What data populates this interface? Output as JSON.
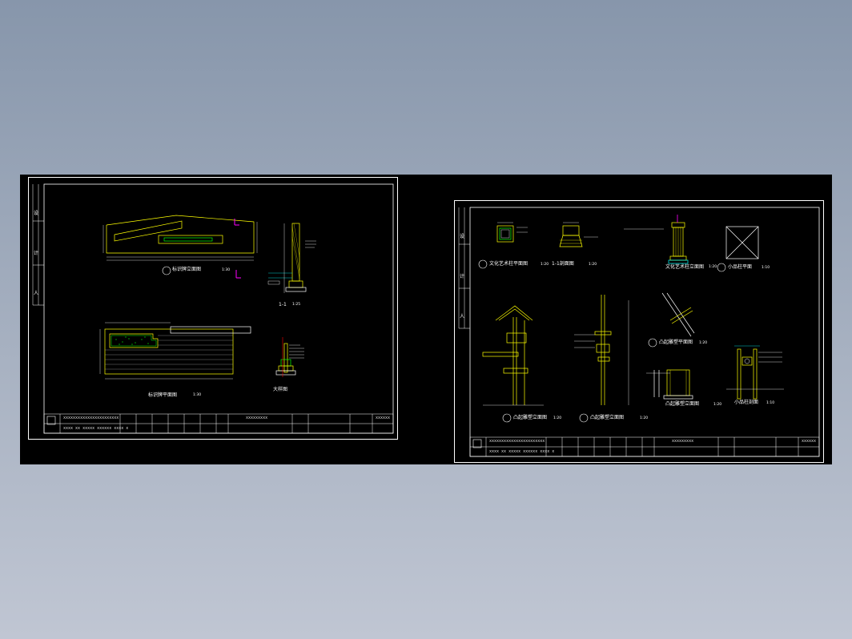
{
  "sheet_left": {
    "side_labels": [
      "设",
      "计",
      "人"
    ],
    "views": [
      {
        "title": "标识牌立面图",
        "scale": "1:30"
      },
      {
        "title": "1-1",
        "scale": "1:25"
      },
      {
        "title": "标识牌平面图",
        "scale": "1:30"
      },
      {
        "title": "大样图",
        "scale": ""
      }
    ],
    "titleblock": {
      "project": "xxxxxxxxxxxxxxxxxxxxxxx",
      "sub": "xxxx  xx xxxxx  xxxxxx xxxx  x",
      "drawing": "xxxxxxxxx",
      "number": "xxxxxx"
    }
  },
  "sheet_right": {
    "side_labels": [
      "设",
      "计",
      "人"
    ],
    "views": [
      {
        "title": "文化艺术柱平面图",
        "scale": "1:20"
      },
      {
        "title": "1-1剖面图",
        "scale": "1:20"
      },
      {
        "title": "文化艺术柱立面图",
        "scale": "1:20"
      },
      {
        "title": "小品柱平面",
        "scale": "1:10"
      },
      {
        "title": "凸起雕塑立面图",
        "scale": "1:20"
      },
      {
        "title": "凸起雕塑立面图",
        "scale": "1:20"
      },
      {
        "title": "凸起雕塑平面图",
        "scale": "1:20"
      },
      {
        "title": "凸起雕塑立面图",
        "scale": "1:20"
      },
      {
        "title": "小品柱剖面",
        "scale": "1:10"
      }
    ],
    "titleblock": {
      "project": "xxxxxxxxxxxxxxxxxxxxxxx",
      "sub": "xxxx  xx xxxxx  xxxxxx xxxx  x",
      "drawing": "xxxxxxxxx",
      "number": "xxxxxx"
    }
  },
  "colors": {
    "background": "#000000",
    "frame": "#ffffff",
    "yellow": "#ffff00",
    "green": "#00ff00",
    "cyan": "#00ffff",
    "magenta": "#ff00ff"
  }
}
